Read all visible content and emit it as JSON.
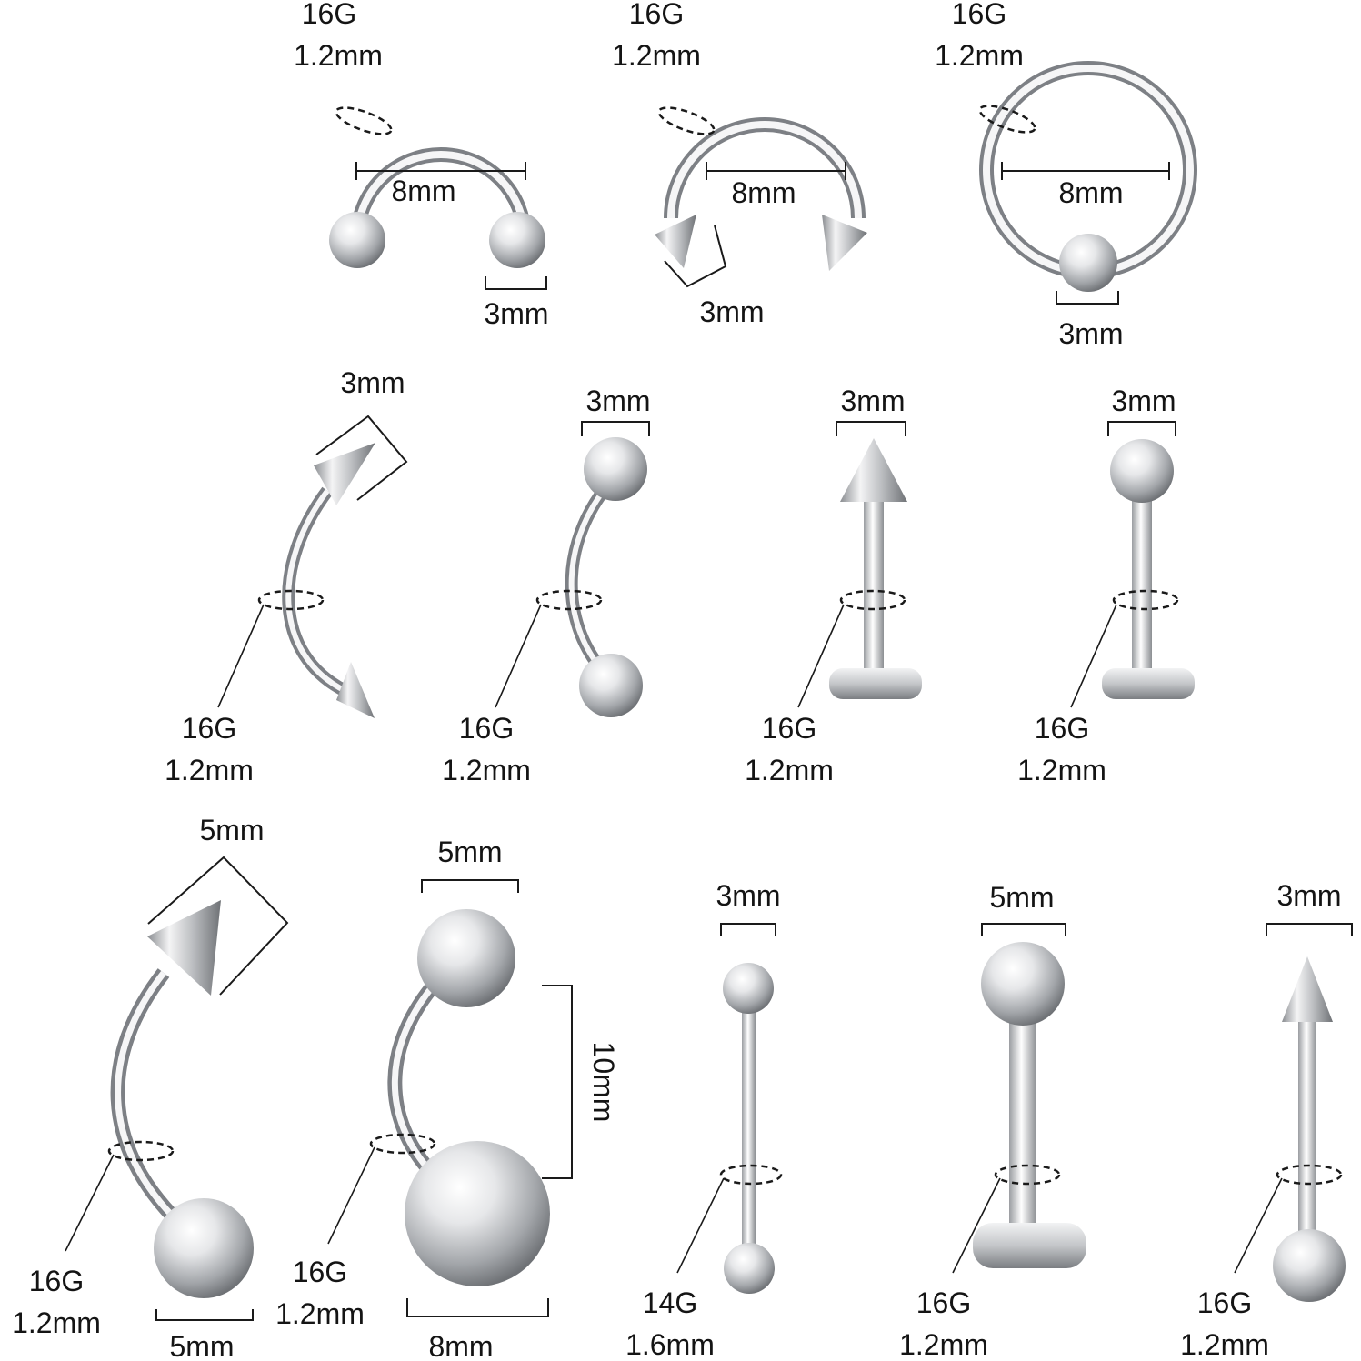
{
  "colors": {
    "background": "#ffffff",
    "metal_light": "#fbfbfb",
    "metal_mid": "#c9cbce",
    "metal_dark": "#6f7276",
    "ink": "#141414"
  },
  "items": [
    {
      "gauge": "16G",
      "thickness": "1.2mm",
      "diameter": "8mm",
      "ball": "3mm"
    },
    {
      "gauge": "16G",
      "thickness": "1.2mm",
      "diameter": "8mm",
      "ball": "3mm"
    },
    {
      "gauge": "16G",
      "thickness": "1.2mm",
      "diameter": "8mm",
      "ball": "3mm"
    },
    {
      "gauge": "16G",
      "thickness": "1.2mm",
      "top": "3mm"
    },
    {
      "gauge": "16G",
      "thickness": "1.2mm",
      "top": "3mm"
    },
    {
      "gauge": "16G",
      "thickness": "1.2mm",
      "top": "3mm"
    },
    {
      "gauge": "16G",
      "thickness": "1.2mm",
      "top": "3mm"
    },
    {
      "gauge": "16G",
      "thickness": "1.2mm",
      "top": "5mm",
      "bottom": "5mm"
    },
    {
      "gauge": "16G",
      "thickness": "1.2mm",
      "top": "5mm",
      "length": "10mm",
      "bottom": "8mm"
    },
    {
      "gauge": "14G",
      "thickness": "1.6mm",
      "top": "3mm"
    },
    {
      "gauge": "16G",
      "thickness": "1.2mm",
      "top": "5mm"
    },
    {
      "gauge": "16G",
      "thickness": "1.2mm",
      "top": "3mm"
    }
  ]
}
